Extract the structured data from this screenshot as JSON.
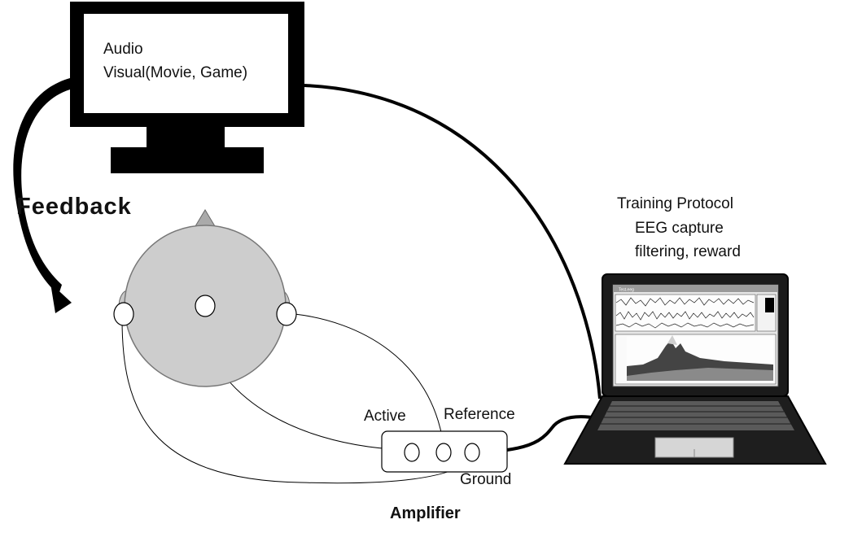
{
  "monitor": {
    "line1": "Audio",
    "line2": "Visual(Movie, Game)"
  },
  "feedback_label": "Feedback",
  "laptop": {
    "protocol_title": "Training Protocol",
    "protocol_line2": "EEG capture",
    "protocol_line3": "filtering, reward",
    "screen_title": "Test.eeg"
  },
  "amplifier": {
    "label": "Amplifier",
    "active_label": "Active",
    "reference_label": "Reference",
    "ground_label": "Ground"
  }
}
